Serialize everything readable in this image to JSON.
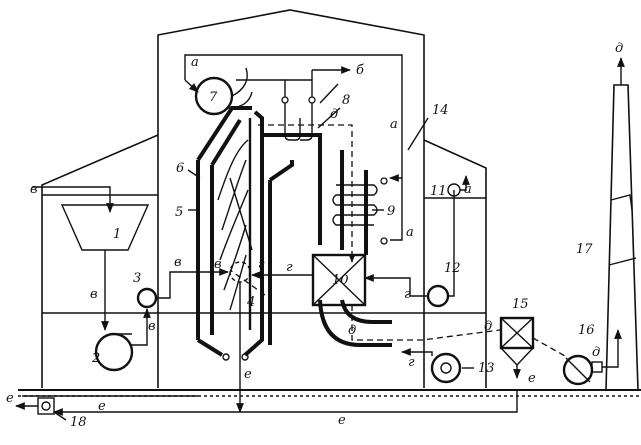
{
  "diagram": {
    "numbers": [
      "1",
      "2",
      "3",
      "4",
      "5",
      "6",
      "7",
      "8",
      "9",
      "10",
      "11",
      "12",
      "13",
      "14",
      "15",
      "16",
      "17",
      "18"
    ],
    "flows": {
      "a": "а",
      "b": "б",
      "v": "в",
      "g": "г",
      "d": "д",
      "e": "е"
    }
  }
}
